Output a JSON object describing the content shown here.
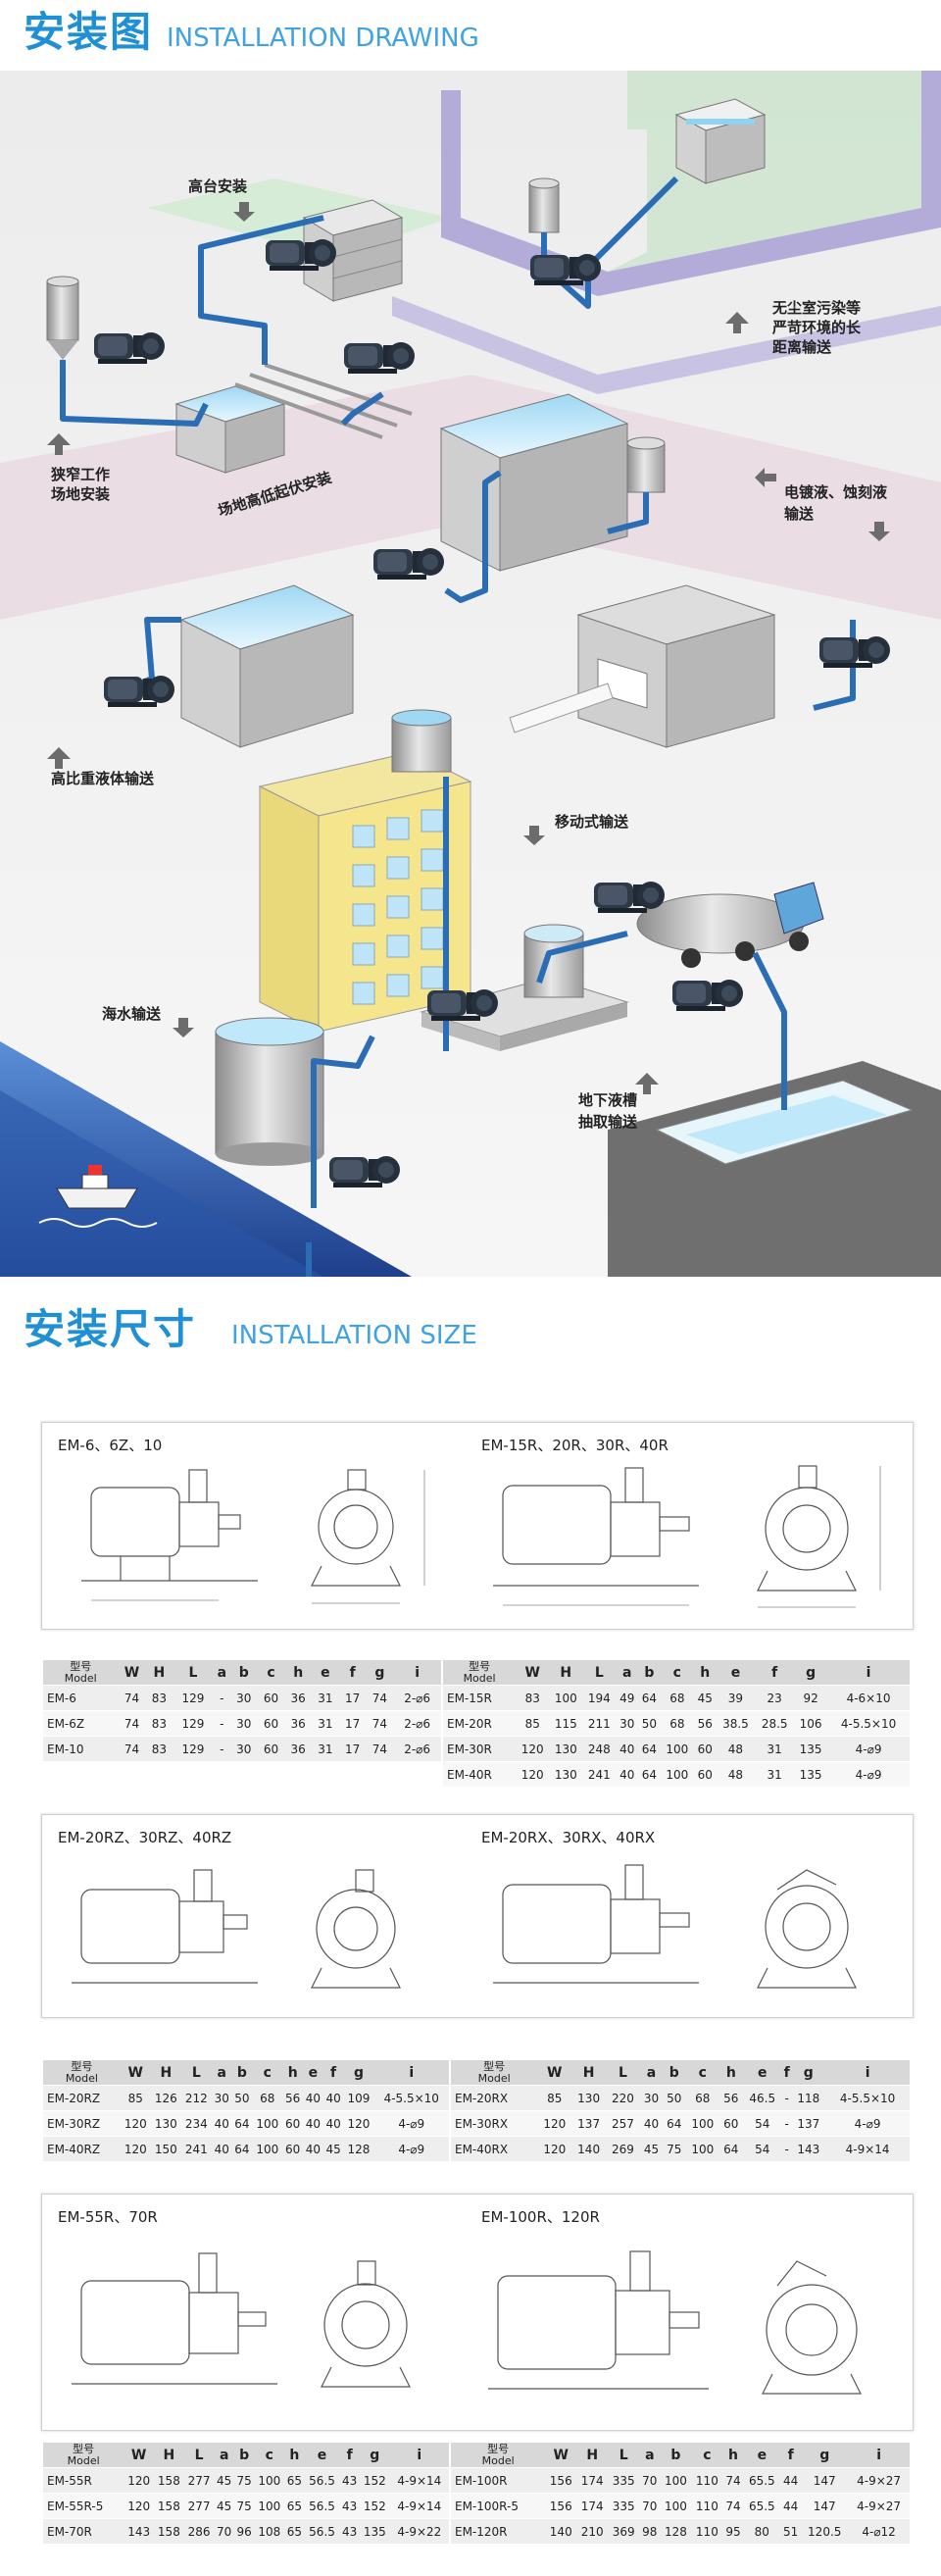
{
  "section1": {
    "title_zh": "安装图",
    "title_en": "INSTALLATION DRAWING"
  },
  "illustration_labels": {
    "high_platform": "高台安装",
    "narrow_area_1": "狭窄工作",
    "narrow_area_2": "场地安装",
    "uneven_ground": "场地高低起伏安装",
    "cleanroom_1": "无尘室污染等",
    "cleanroom_2": "严苛环境的长",
    "cleanroom_3": "距离输送",
    "plating_1": "电镀液、蚀刻液",
    "plating_2": "输送",
    "high_gravity": "高比重液体输送",
    "mobile": "移动式输送",
    "seawater": "海水输送",
    "underground_1": "地下液槽",
    "underground_2": "抽取输送"
  },
  "section2": {
    "title_zh": "安装尺寸",
    "title_en": "INSTALLATION SIZE"
  },
  "header_model_zh": "型号",
  "header_model_en": "Model",
  "cols1": [
    "W",
    "H",
    "L",
    "a",
    "b",
    "c",
    "h",
    "e",
    "f",
    "g",
    "i"
  ],
  "cols2": [
    "W",
    "H",
    "L",
    "a",
    "b",
    "c",
    "h",
    "e",
    "f",
    "g",
    "i"
  ],
  "panels": [
    {
      "left_caption": "EM-6、6Z、10",
      "right_caption": "EM-15R、20R、30R、40R",
      "left_rows": [
        [
          "EM-6",
          "74",
          "83",
          "129",
          "-",
          "30",
          "60",
          "36",
          "31",
          "17",
          "74",
          "2-⌀6"
        ],
        [
          "EM-6Z",
          "74",
          "83",
          "129",
          "-",
          "30",
          "60",
          "36",
          "31",
          "17",
          "74",
          "2-⌀6"
        ],
        [
          "EM-10",
          "74",
          "83",
          "129",
          "-",
          "30",
          "60",
          "36",
          "31",
          "17",
          "74",
          "2-⌀6"
        ]
      ],
      "right_rows": [
        [
          "EM-15R",
          "83",
          "100",
          "194",
          "49",
          "64",
          "68",
          "45",
          "39",
          "23",
          "92",
          "4-6×10"
        ],
        [
          "EM-20R",
          "85",
          "115",
          "211",
          "30",
          "50",
          "68",
          "56",
          "38.5",
          "28.5",
          "106",
          "4-5.5×10"
        ],
        [
          "EM-30R",
          "120",
          "130",
          "248",
          "40",
          "64",
          "100",
          "60",
          "48",
          "31",
          "135",
          "4-⌀9"
        ],
        [
          "EM-40R",
          "120",
          "130",
          "241",
          "40",
          "64",
          "100",
          "60",
          "48",
          "31",
          "135",
          "4-⌀9"
        ]
      ]
    },
    {
      "left_caption": "EM-20RZ、30RZ、40RZ",
      "right_caption": "EM-20RX、30RX、40RX",
      "left_rows": [
        [
          "EM-20RZ",
          "85",
          "126",
          "212",
          "30",
          "50",
          "68",
          "56",
          "40",
          "40",
          "109",
          "4-5.5×10"
        ],
        [
          "EM-30RZ",
          "120",
          "130",
          "234",
          "40",
          "64",
          "100",
          "60",
          "40",
          "40",
          "120",
          "4-⌀9"
        ],
        [
          "EM-40RZ",
          "120",
          "150",
          "241",
          "40",
          "64",
          "100",
          "60",
          "40",
          "45",
          "128",
          "4-⌀9"
        ]
      ],
      "right_rows": [
        [
          "EM-20RX",
          "85",
          "130",
          "220",
          "30",
          "50",
          "68",
          "56",
          "46.5",
          "-",
          "118",
          "4-5.5×10"
        ],
        [
          "EM-30RX",
          "120",
          "137",
          "257",
          "40",
          "64",
          "100",
          "60",
          "54",
          "-",
          "137",
          "4-⌀9"
        ],
        [
          "EM-40RX",
          "120",
          "140",
          "269",
          "45",
          "75",
          "100",
          "64",
          "54",
          "-",
          "143",
          "4-9×14"
        ]
      ]
    },
    {
      "left_caption": "EM-55R、70R",
      "right_caption": "EM-100R、120R",
      "left_rows": [
        [
          "EM-55R",
          "120",
          "158",
          "277",
          "45",
          "75",
          "100",
          "65",
          "56.5",
          "43",
          "152",
          "4-9×14"
        ],
        [
          "EM-55R-5",
          "120",
          "158",
          "277",
          "45",
          "75",
          "100",
          "65",
          "56.5",
          "43",
          "152",
          "4-9×14"
        ],
        [
          "EM-70R",
          "143",
          "158",
          "286",
          "70",
          "96",
          "108",
          "65",
          "56.5",
          "43",
          "135",
          "4-9×22"
        ]
      ],
      "right_rows": [
        [
          "EM-100R",
          "156",
          "174",
          "335",
          "70",
          "100",
          "110",
          "74",
          "65.5",
          "44",
          "147",
          "4-9×27"
        ],
        [
          "EM-100R-5",
          "156",
          "174",
          "335",
          "70",
          "100",
          "110",
          "74",
          "65.5",
          "44",
          "147",
          "4-9×27"
        ],
        [
          "EM-120R",
          "140",
          "210",
          "369",
          "98",
          "128",
          "110",
          "95",
          "80",
          "51",
          "120.5",
          "4-⌀12"
        ]
      ]
    }
  ]
}
